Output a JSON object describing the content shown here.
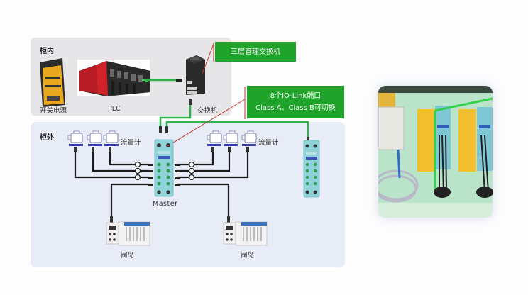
{
  "sections": {
    "inside_label": "柜内",
    "outside_label": "柜外"
  },
  "inside_devices": {
    "power_supply": "开关电源",
    "plc": "PLC",
    "switch": "交换机"
  },
  "callouts": {
    "switch_callout": "三层管理交换机",
    "master_callout_line1": "8个IO-Link端口",
    "master_callout_line2": "Class A、Class B可切换"
  },
  "outside_devices": {
    "flowmeter_left": "流量计",
    "flowmeter_right": "流量计",
    "master": "Master",
    "valve_island_left": "阀岛",
    "valve_island_right": "阀岛"
  },
  "colors": {
    "callout_green": "#1fa32a",
    "cable_green": "#2db34a",
    "leader_red": "#c0392b",
    "iolink_module": "#8fd3d8"
  },
  "photo": {
    "description": "cabinet-photo-iolink-modules"
  }
}
